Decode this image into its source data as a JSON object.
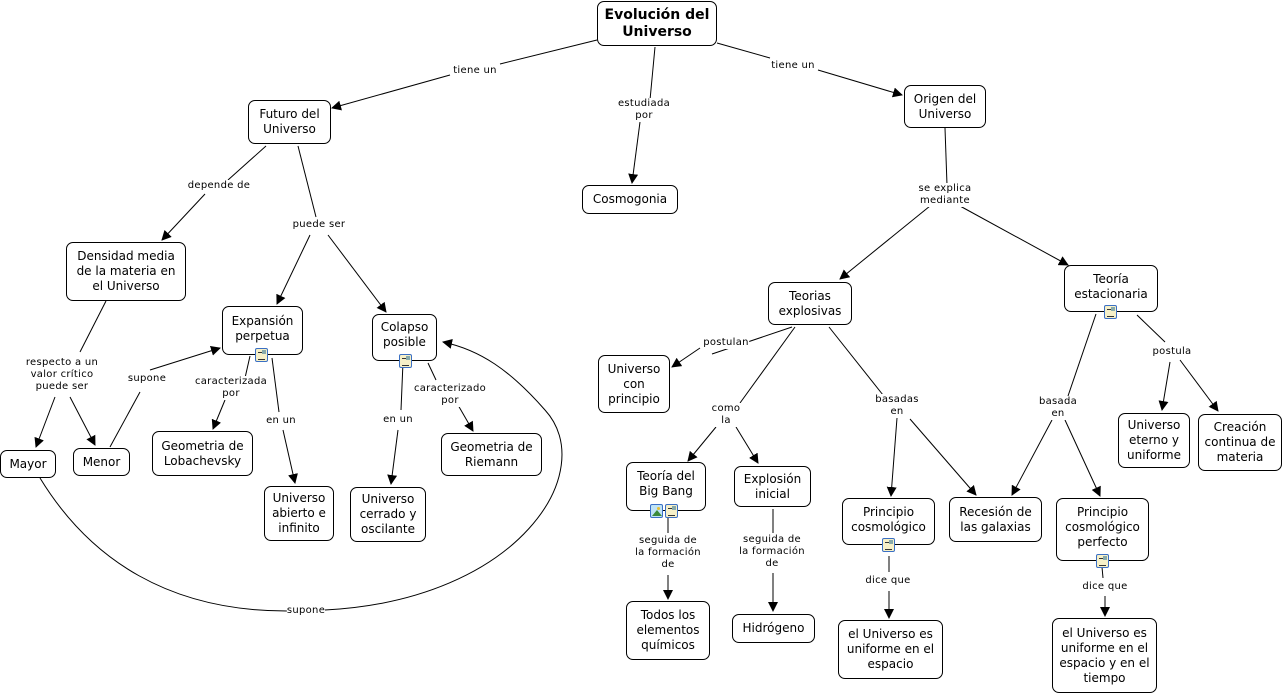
{
  "nodes": {
    "title": "Evolución del Universo",
    "futuro": "Futuro del Universo",
    "cosmogonia": "Cosmogonia",
    "origen": "Origen del Universo",
    "densidad": "Densidad media de la materia en el Universo",
    "expansion": "Expansión perpetua",
    "colapso": "Colapso posible",
    "mayor": "Mayor",
    "menor": "Menor",
    "lobachevsky": "Geometria de Lobachevsky",
    "abierto": "Universo abierto e infinito",
    "cerrado": "Universo cerrado y oscilante",
    "riemann": "Geometria de Riemann",
    "explosivas": "Teorias explosivas",
    "estacionaria": "Teoría estacionaria",
    "con_principio": "Universo con principio",
    "eterno": "Universo eterno y uniforme",
    "creacion": "Creación continua de materia",
    "bigbang": "Teoría del Big Bang",
    "explosion": "Explosión inicial",
    "principio": "Principio cosmológico",
    "recesion": "Recesión de las galaxias",
    "perfecto": "Principio cosmológico perfecto",
    "todos": "Todos los elementos químicos",
    "hidrogeno": "Hidrógeno",
    "uniforme_espacio": "el Universo es uniforme en el espacio",
    "uniforme_tiempo": "el Universo es uniforme en el espacio y en el tiempo"
  },
  "links": {
    "tiene_un_1": "tiene un",
    "estudiada_por": "estudiada\npor",
    "tiene_un_2": "tiene un",
    "se_explica": "se explica\nmediante",
    "depende_de": "depende de",
    "puede_ser": "puede ser",
    "respecto": "respecto a un\nvalor crítico\npuede ser",
    "supone_1": "supone",
    "caracterizada": "caracterizada\npor",
    "en_un_1": "en un",
    "en_un_2": "en un",
    "caracterizado": "caracterizado\npor",
    "supone_2": "supone",
    "postulan": "postulan",
    "como_la": "como\nla",
    "basadas_en": "basadas\nen",
    "basada_en": "basada\nen",
    "postula": "postula",
    "seguida_1": "seguida de\nla formación\nde",
    "seguida_2": "seguida de\nla formación\nde",
    "dice_que_1": "dice que",
    "dice_que_2": "dice que"
  },
  "resource_icons": {
    "expansion": [
      "note-icon"
    ],
    "colapso": [
      "note-icon"
    ],
    "estacionaria": [
      "note-icon"
    ],
    "bigbang": [
      "image-icon",
      "note-icon"
    ],
    "principio": [
      "note-icon"
    ],
    "perfecto": [
      "note-icon"
    ]
  }
}
